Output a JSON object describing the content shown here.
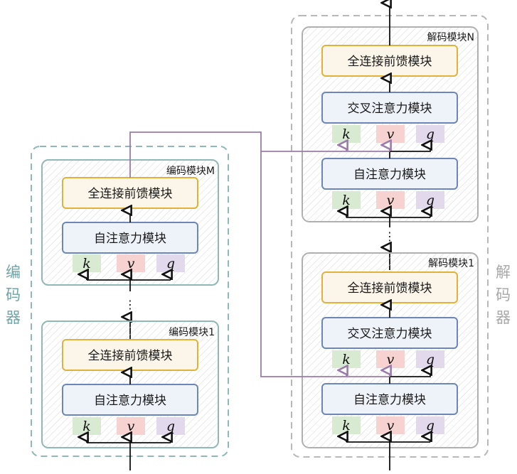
{
  "colors": {
    "encoder_outline": "#8fb8b6",
    "encoder_label": "#6fa5a6",
    "decoder_outline": "#b8b8b8",
    "decoder_label": "#a8a8a8",
    "ffn_border": "#e0b23a",
    "ffn_fill": "#fcf6ea",
    "attn_border": "#6c86b8",
    "attn_fill": "#eef3fa",
    "k_fill": "#d9ead3",
    "v_fill": "#f6d3d0",
    "q_fill": "#e3d9ec",
    "cross_link": "#9b7bab",
    "arrow": "#111111"
  },
  "encoder": {
    "side_label": [
      "编",
      "码",
      "器"
    ],
    "ellipsis": "⋮",
    "blocks": [
      {
        "id": "enc-M",
        "title": "编码模块M",
        "ffn": "全连接前馈模块",
        "self_attn": "自注意力模块",
        "k": "k",
        "v": "v",
        "q": "q"
      },
      {
        "id": "enc-1",
        "title": "编码模块1",
        "ffn": "全连接前馈模块",
        "self_attn": "自注意力模块",
        "k": "k",
        "v": "v",
        "q": "q"
      }
    ]
  },
  "decoder": {
    "side_label": [
      "解",
      "码",
      "器"
    ],
    "ellipsis": "⋮",
    "blocks": [
      {
        "id": "dec-N",
        "title": "解码模块N",
        "ffn": "全连接前馈模块",
        "cross_attn": "交叉注意力模块",
        "self_attn": "自注意力模块",
        "k": "k",
        "v": "v",
        "q": "q"
      },
      {
        "id": "dec-1",
        "title": "解码模块1",
        "ffn": "全连接前馈模块",
        "cross_attn": "交叉注意力模块",
        "self_attn": "自注意力模块",
        "k": "k",
        "v": "v",
        "q": "q"
      }
    ]
  }
}
